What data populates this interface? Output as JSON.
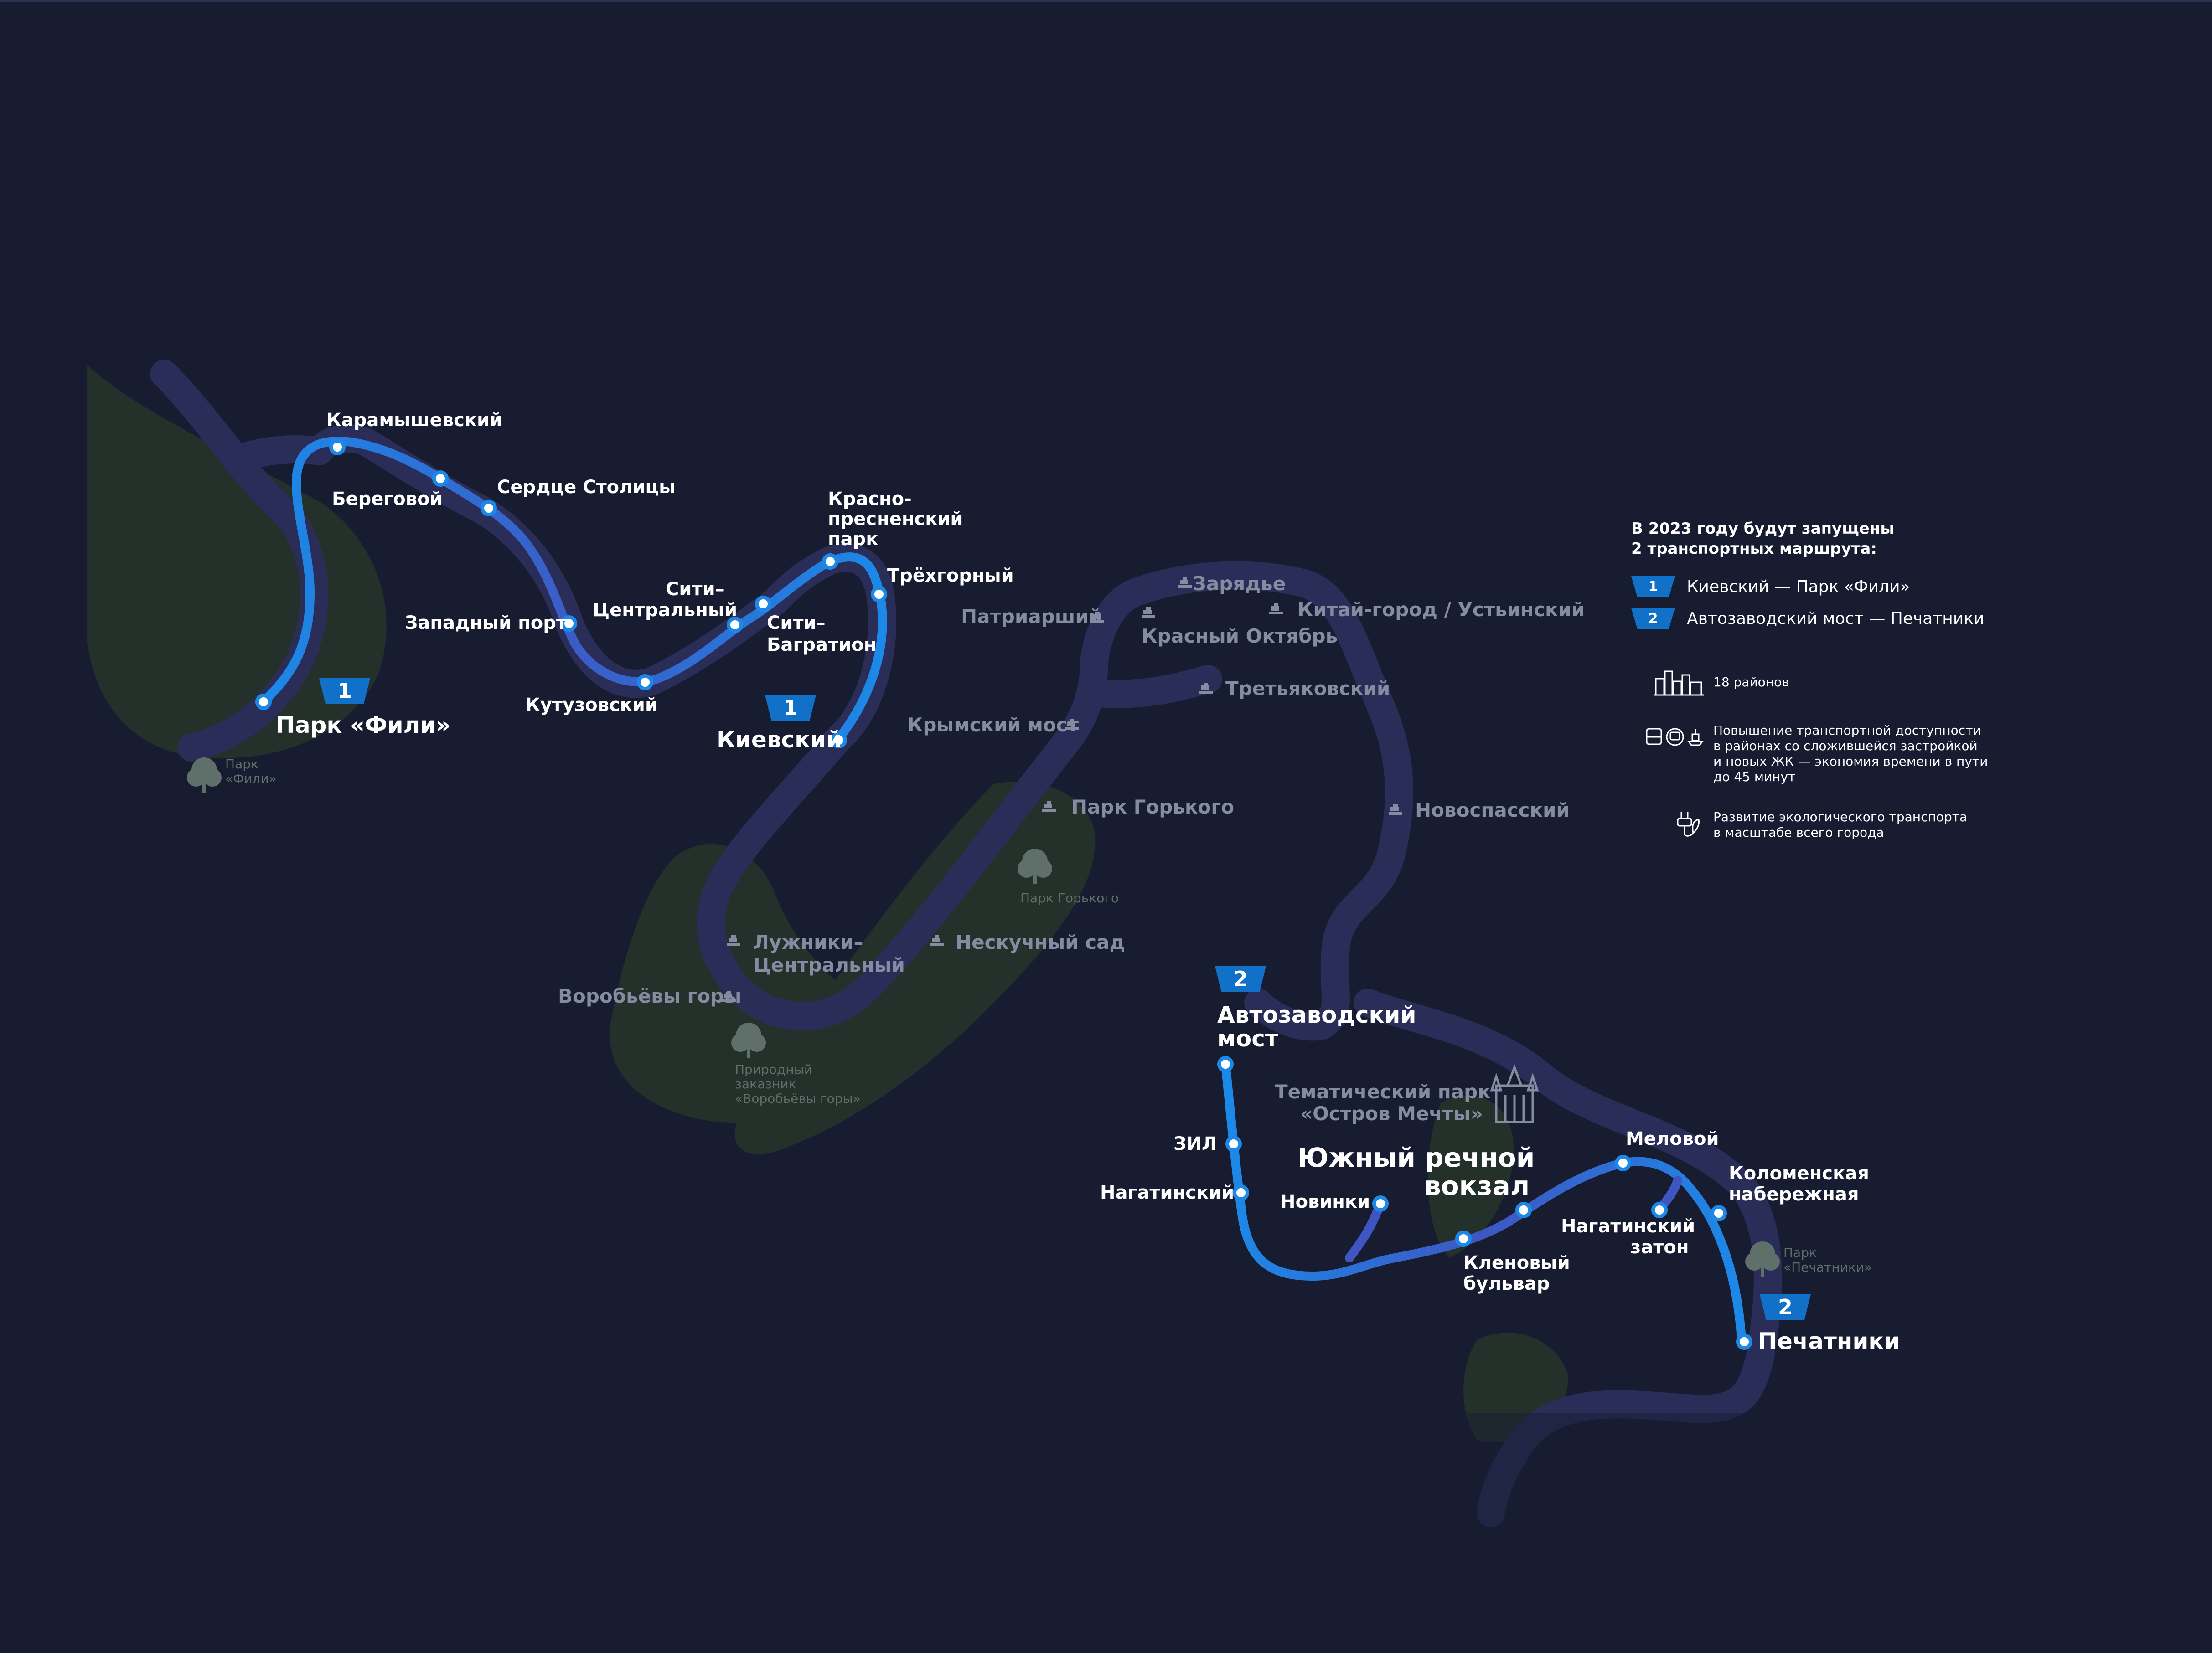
{
  "colors": {
    "background": "#171c31",
    "river": "#292d58",
    "park": "#24302a",
    "route": "#1c89e8",
    "route_mid": "#3a5fc8",
    "badge": "#1170c7",
    "station_label": "#ffffff",
    "pier_label": "#858ba0",
    "park_label": "#5f6f6a"
  },
  "routes": [
    {
      "number": "1",
      "from": "Киевский",
      "to": "Парк «Фили»"
    },
    {
      "number": "2",
      "from": "Автозаводский мост",
      "to": "Печатники"
    }
  ],
  "stations": {
    "park_fili": "Парк «Фили»",
    "karamyshevsky": "Карамышевский",
    "beregovoy": "Береговой",
    "serdce_stolicy": "Сердце Столицы",
    "zapadny_port": "Западный порт",
    "kutuzovsky": "Кутузовский",
    "siti_centr_1": "Сити–",
    "siti_centr_2": "Центральный",
    "siti_bagr_1": "Сити–",
    "siti_bagr_2": "Багратион",
    "krasnopresn_1": "Красно-",
    "krasnopresn_2": "пресненский",
    "krasnopresn_3": "парк",
    "tryokhgorny": "Трёхгорный",
    "kievsky": "Киевский",
    "avtozavod_1": "Автозаводский",
    "avtozavod_2": "мост",
    "zil": "ЗИЛ",
    "nagatinsky": "Нагатинский",
    "novinki": "Новинки",
    "yuzhny_1": "Южный речной",
    "yuzhny_2": "вокзал",
    "klenovy_1": "Кленовый",
    "klenovy_2": "бульвар",
    "nagat_zaton_1": "Нагатинский",
    "nagat_zaton_2": "затон",
    "melovoy": "Меловой",
    "kolomen_1": "Коломенская",
    "kolomen_2": "набережная",
    "pechatniki": "Печатники"
  },
  "piers": {
    "zaryadye": "Зарядье",
    "patriarshy": "Патриарший",
    "kitai_gorod": "Китай-город / Устьинский",
    "krasny_oktyabr": "Красный Октябрь",
    "tretyakovsky": "Третьяковский",
    "krymsky_most": "Крымский мост",
    "novospassky": "Новоспасский",
    "park_gorkogo": "Парк Горького",
    "luzhniki_1": "Лужники–",
    "luzhniki_2": "Центральный",
    "neskuchny": "Нескучный сад",
    "vorobyovy": "Воробьёвы горы"
  },
  "parks": {
    "fili_1": "Парк",
    "fili_2": "«Фили»",
    "gorkogo": "Парк Горького",
    "vorob_1": "Природный",
    "vorob_2": "заказник",
    "vorob_3": "«Воробьёвы горы»",
    "pechat_1": "Парк",
    "pechat_2": "«Печатники»",
    "ostrov_1": "Тематический парк",
    "ostrov_2": "«Остров Мечты»"
  },
  "icons": {
    "pier": "boat-icon",
    "park": "tree-icon",
    "theme_park": "castle-icon",
    "districts": "buildings-icon",
    "transport": "transport-icon",
    "eco": "eco-plug-icon"
  },
  "legend": {
    "title_line1": "В 2023 году будут запущены",
    "title_line2": "2 транспортных маршрута:",
    "route1_num": "1",
    "route1_label": "Киевский — Парк «Фили»",
    "route2_num": "2",
    "route2_label": "Автозаводский мост — Печатники",
    "districts": "18 районов",
    "access_line1": "Повышение транспортной доступности",
    "access_line2": "в районах со сложившейся застройкой",
    "access_line3": "и новых ЖК — экономия времени в пути",
    "access_line4": "до 45 минут",
    "eco_line1": "Развитие экологического транспорта",
    "eco_line2": "в масштабе всего города"
  },
  "badges": {
    "r1": "1",
    "r2": "2"
  }
}
